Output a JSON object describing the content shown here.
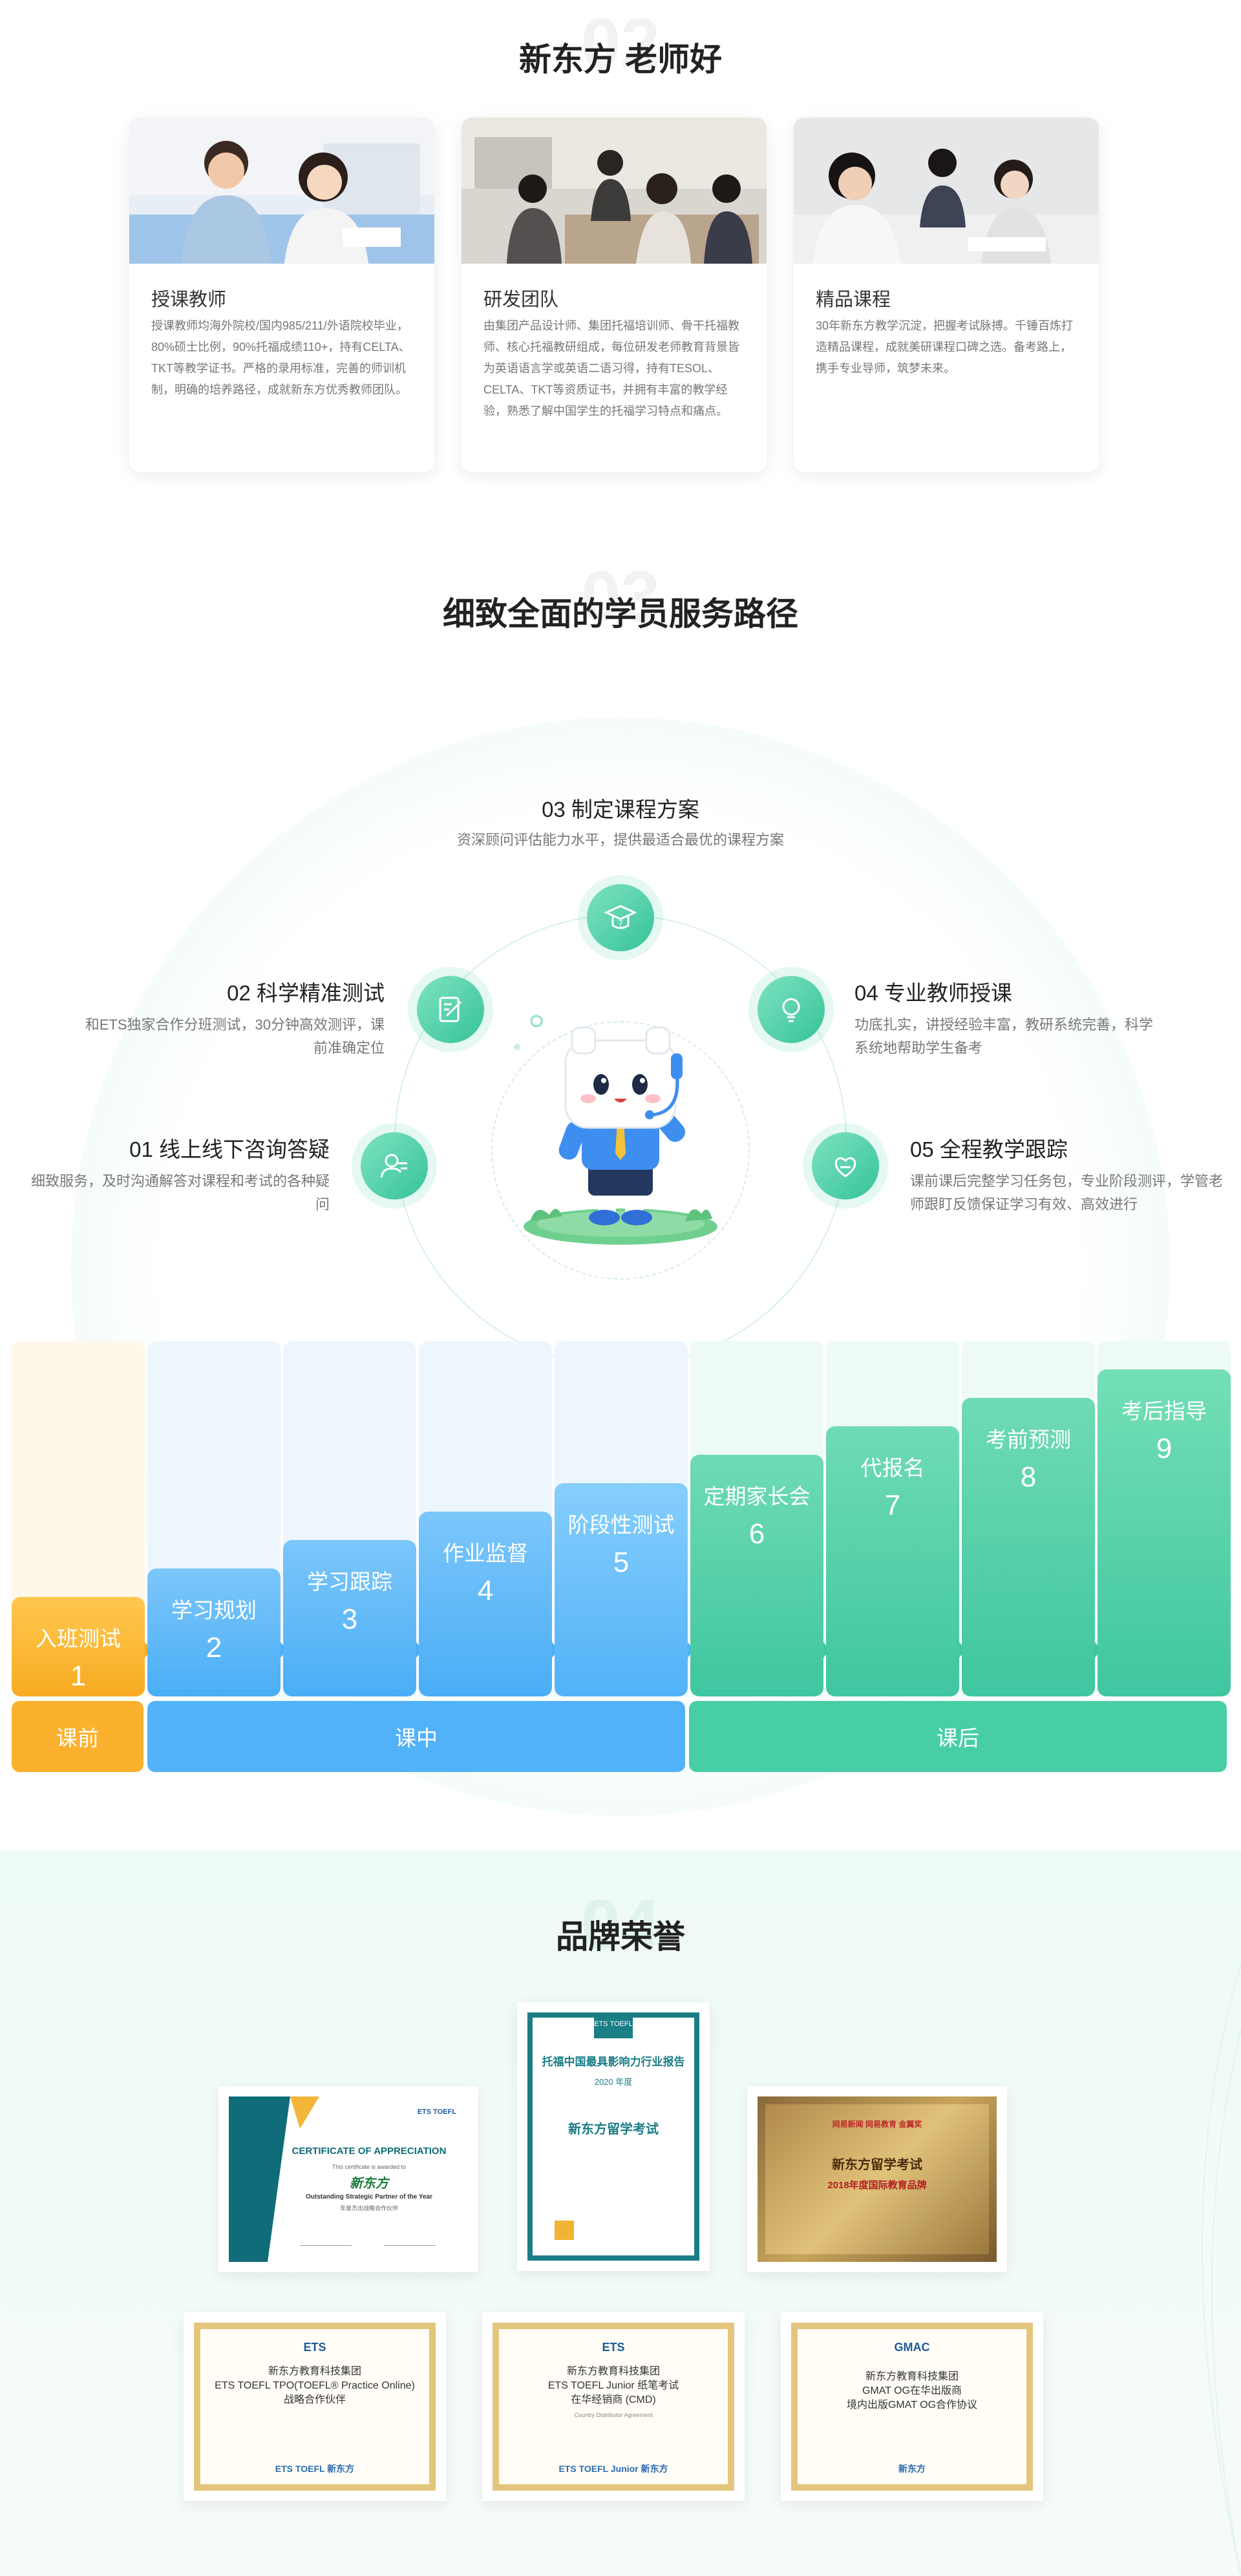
{
  "section1": {
    "num": "02",
    "title": "新东方 老师好",
    "cards": [
      {
        "title": "授课教师",
        "text": "授课教师均海外院校/国内985/211/外语院校毕业，80%硕士比例，90%托福成绩110+，持有CELTA、TKT等教学证书。严格的录用标准，完善的师训机制，明确的培养路径，成就新东方优秀教师团队。"
      },
      {
        "title": "研发团队",
        "text": "由集团产品设计师、集团托福培训师、骨干托福教师、核心托福教研组成，每位研发老师教育背景皆为英语语言学或英语二语习得，持有TESOL、CELTA、TKT等资质证书，并拥有丰富的教学经验，熟悉了解中国学生的托福学习特点和痛点。"
      },
      {
        "title": "精品课程",
        "text": "30年新东方教学沉淀，把握考试脉搏。千锤百炼打造精品课程，成就美研课程口碑之选。备考路上，携手专业导师，筑梦未来。"
      }
    ]
  },
  "section2": {
    "num": "03",
    "title": "细致全面的学员服务路径",
    "steps": [
      {
        "title": "01 线上线下咨询答疑",
        "desc": "细致服务，及时沟通解答对课程和考试的各种疑问",
        "icon": "consult-icon"
      },
      {
        "title": "02 科学精准测试",
        "desc": "和ETS独家合作分班测试，30分钟高效测评，课前准确定位",
        "icon": "test-icon"
      },
      {
        "title": "03 制定课程方案",
        "desc": "资深顾问评估能力水平，提供最适合最优的课程方案",
        "icon": "plan-icon"
      },
      {
        "title": "04 专业教师授课",
        "desc": "功底扎实，讲授经验丰富，教研系统完善，科学系统地帮助学生备考",
        "icon": "teach-icon"
      },
      {
        "title": "05 全程教学跟踪",
        "desc": "课前课后完整学习任务包，专业阶段测评，学管老师跟盯反馈保证学习有效、高效进行",
        "icon": "track-icon"
      }
    ],
    "bars": [
      {
        "label": "入班测试",
        "num": "1",
        "level": 0.28
      },
      {
        "label": "学习规划",
        "num": "2",
        "level": 0.36
      },
      {
        "label": "学习跟踪",
        "num": "3",
        "level": 0.44
      },
      {
        "label": "作业监督",
        "num": "4",
        "level": 0.52
      },
      {
        "label": "阶段性测试",
        "num": "5",
        "level": 0.6
      },
      {
        "label": "定期家长会",
        "num": "6",
        "level": 0.68
      },
      {
        "label": "代报名",
        "num": "7",
        "level": 0.76
      },
      {
        "label": "考前预测",
        "num": "8",
        "level": 0.84
      },
      {
        "label": "考后指导",
        "num": "9",
        "level": 0.92
      }
    ],
    "phases": [
      {
        "label": "课前",
        "color": "#fbb12d"
      },
      {
        "label": "课中",
        "color": "#52b2f7"
      },
      {
        "label": "课后",
        "color": "#48cea6"
      }
    ]
  },
  "section3": {
    "num": "04",
    "title": "品牌荣誉",
    "certs": {
      "appreciation": {
        "logo": "ETS TOEFL",
        "heading": "CERTIFICATE OF APPRECIATION",
        "awarded": "This certificate is awarded to",
        "brand": "新东方",
        "subtitle": "Outstanding Strategic Partner of the Year",
        "subtitle_cn": "年度杰出战略合作伙伴"
      },
      "influence": {
        "logo": "ETS TOEFL",
        "top": "托福中国最具影响力行业报告",
        "year": "2020 年度",
        "brand": "新东方留学考试"
      },
      "netease": {
        "top": "网易新闻 网易教育 金翼奖",
        "name": "新东方留学考试",
        "award": "2018年度国际教育品牌"
      },
      "tpo": {
        "logo": "ETS",
        "lines": [
          "新东方教育科技集团",
          "ETS TOEFL TPO(TOEFL® Practice Online)",
          "战略合作伙伴"
        ],
        "foot": "ETS TOEFL   新东方"
      },
      "junior": {
        "logo": "ETS",
        "lines": [
          "新东方教育科技集团",
          "ETS TOEFL Junior 纸笔考试",
          "在华经销商 (CMD)"
        ],
        "small": "Country Distributor Agreement",
        "foot": "ETS TOEFL Junior   新东方"
      },
      "gmac": {
        "logo": "GMAC",
        "lines": [
          "新东方教育科技集团",
          "GMAT OG在华出版商",
          "境内出版GMAT OG合作协议"
        ],
        "foot": "新东方"
      }
    }
  },
  "colors": {
    "green": "#48cea6",
    "blue": "#52b2f7",
    "orange": "#fbb12d"
  }
}
